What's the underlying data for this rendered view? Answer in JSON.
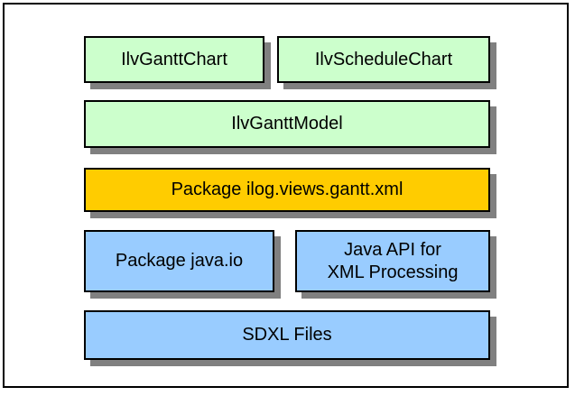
{
  "diagram": {
    "description": "SDXL / XML gantt data architecture stack",
    "colors": {
      "pale_green": "#ccffcc",
      "gold": "#ffcc00",
      "light_blue": "#99ccff",
      "shadow_gray": "#808080",
      "border_black": "#000000",
      "background_white": "#ffffff"
    },
    "rows": [
      {
        "boxes": [
          {
            "label": "IlvGanttChart",
            "color": "pale_green"
          },
          {
            "label": "IlvScheduleChart",
            "color": "pale_green"
          }
        ]
      },
      {
        "boxes": [
          {
            "label": "IlvGanttModel",
            "color": "pale_green"
          }
        ]
      },
      {
        "boxes": [
          {
            "label": "Package ilog.views.gantt.xml",
            "color": "gold"
          }
        ]
      },
      {
        "boxes": [
          {
            "label": "Package java.io",
            "color": "light_blue"
          },
          {
            "label": "Java API for\nXML Processing",
            "color": "light_blue"
          }
        ]
      },
      {
        "boxes": [
          {
            "label": "SDXL Files",
            "color": "light_blue"
          }
        ]
      }
    ]
  }
}
